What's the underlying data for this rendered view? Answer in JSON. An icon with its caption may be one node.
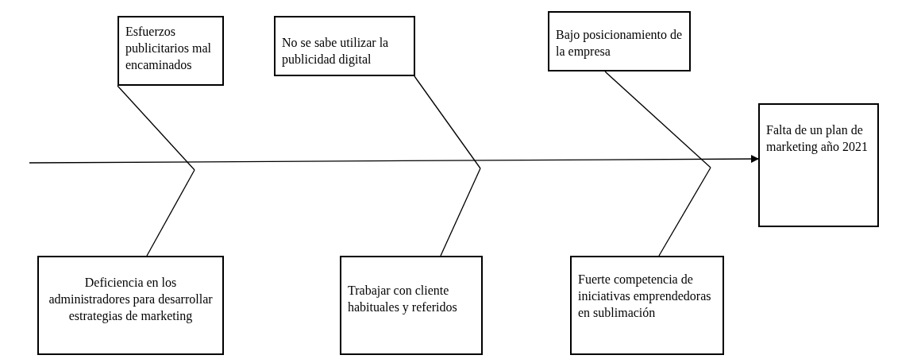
{
  "diagram": {
    "nodes": [
      {
        "text": [
          "Esfuerzos publicitarios mal encaminados"
        ]
      },
      {
        "text": [
          "No se sabe utilizar la publicidad digital"
        ]
      },
      {
        "text": [
          "Bajo posicionamiento de la empresa"
        ]
      },
      {
        "text": [
          "Falta de un plan de marketing año 2021"
        ]
      },
      {
        "text": [
          "Deficiencia en los administradores para desarrollar estrategias de marketing"
        ]
      },
      {
        "text": [
          "Trabajar con cliente habituales y referidos"
        ]
      },
      {
        "text": [
          "Fuerte competencia de iniciativas emprendedoras en sublimación"
        ]
      }
    ],
    "edges": [
      {
        "from": null,
        "to": 3,
        "arrow": "to"
      },
      {
        "from": 0,
        "to": null,
        "arrow": "none"
      },
      {
        "from": 4,
        "to": null,
        "arrow": "none"
      },
      {
        "from": 1,
        "to": null,
        "arrow": "none"
      },
      {
        "from": 5,
        "to": null,
        "arrow": "none"
      },
      {
        "from": 2,
        "to": null,
        "arrow": "none"
      },
      {
        "from": 6,
        "to": null,
        "arrow": "none"
      }
    ]
  }
}
